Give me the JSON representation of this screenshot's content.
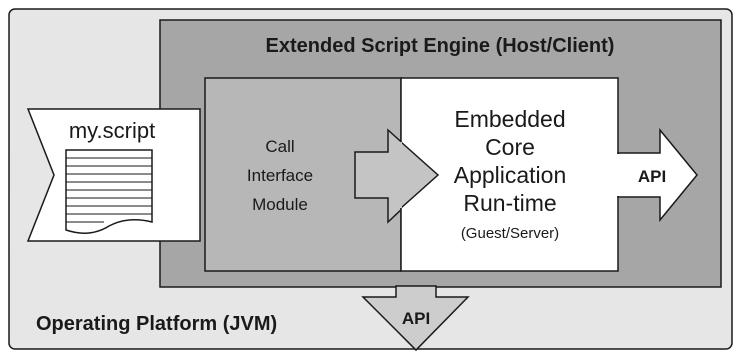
{
  "platform": {
    "label": "Operating Platform (JVM)"
  },
  "engine": {
    "label": "Extended Script Engine (Host/Client)"
  },
  "script_file": {
    "label": "my.script"
  },
  "call_interface": {
    "lines": [
      "Call",
      "Interface",
      "Module"
    ]
  },
  "runtime": {
    "lines": [
      "Embedded",
      "Core",
      "Application",
      "Run-time"
    ],
    "sub": "(Guest/Server)"
  },
  "api_right": {
    "label": "API"
  },
  "api_bottom": {
    "label": "API"
  },
  "colors": {
    "platform_fill": "#e6e6e6",
    "engine_fill": "#a6a6a6",
    "module_fill": "#b7b7b7",
    "runtime_fill": "#ffffff",
    "stroke": "#1a1a1a"
  }
}
